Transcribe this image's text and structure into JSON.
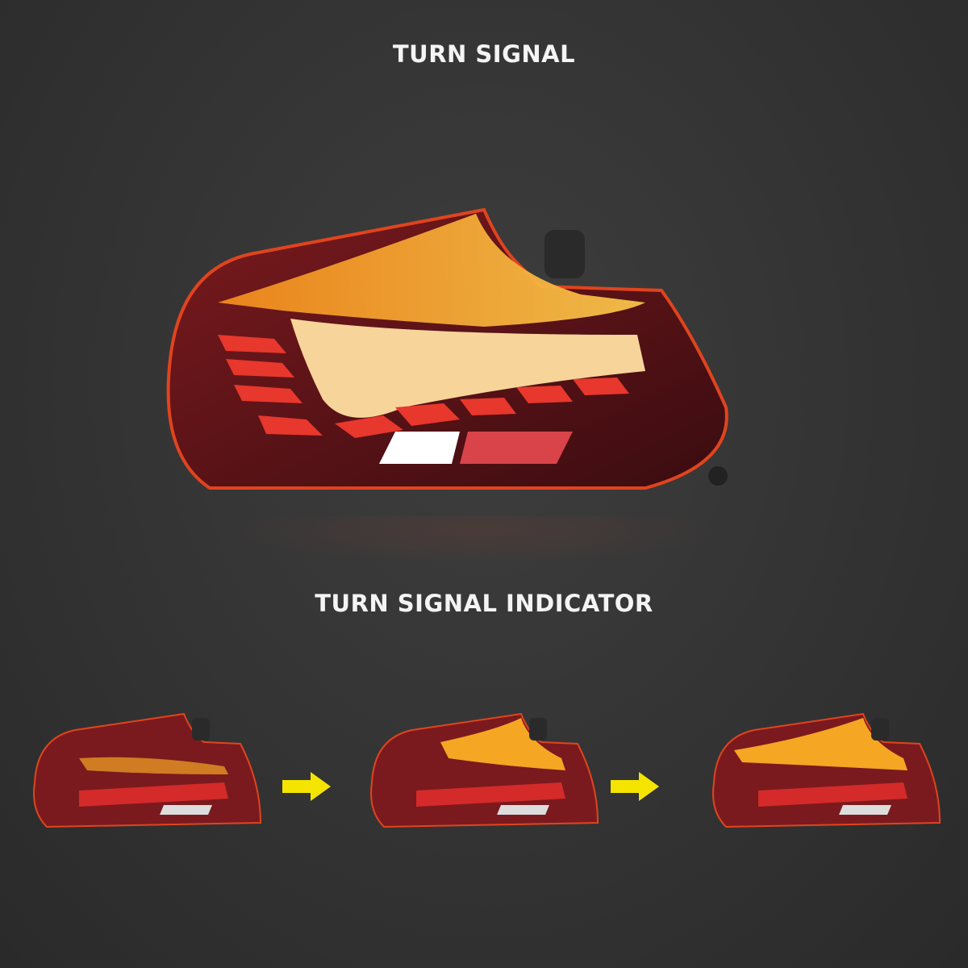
{
  "headings": {
    "top": "TURN SIGNAL",
    "bottom": "TURN SIGNAL INDICATOR"
  },
  "images": {
    "main": "tail-light-turn-signal-full",
    "sequence": [
      {
        "step": 1,
        "state": "turn-signal-partial-low"
      },
      {
        "step": 2,
        "state": "turn-signal-partial-mid"
      },
      {
        "step": 3,
        "state": "turn-signal-full"
      }
    ]
  },
  "colors": {
    "background": "#353535",
    "heading_text": "#f4f4f4",
    "amber": "#f5a623",
    "red": "#c8202a",
    "arrow": "#f5e400"
  }
}
